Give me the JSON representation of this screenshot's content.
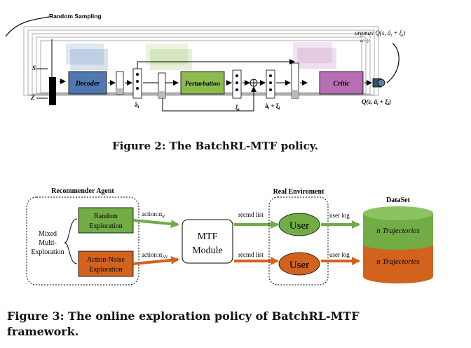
{
  "figure2": {
    "random_sampling": "Random Sampling",
    "s_label": "S",
    "z_label": "Z",
    "decoder": "Decoder",
    "perturbation": "Perturbation",
    "critic": "Critic",
    "a_hat": "â",
    "sub_i": "i",
    "xi": "ξ",
    "a_plus_xi": "â",
    "plus_xi": " + ξ",
    "argmax_top": "argmax Q(s, â",
    "argmax_top_end": " + ξ",
    "argmax_top_close": ")",
    "argmax_sub": "âi+ξi",
    "q_label": "Q(s, â",
    "q_label_end": " + ξ",
    "q_label_close": ")",
    "caption": "Figure 2: The BatchRL-MTF policy."
  },
  "figure3": {
    "recommender_agent": "Recommender Agent",
    "real_environment": "Real Enviroment",
    "dataset": "DataSet",
    "mixed_1": "Mixed",
    "mixed_2": "Multi-",
    "mixed_3": "Exploration",
    "random_1": "Random",
    "random_2": "Exploration",
    "noise_1": "Action-Noise",
    "noise_2": "Exploration",
    "action_r": "action:α",
    "action_r_sub": "R",
    "action_an": "action:α",
    "action_an_sub": "AN",
    "mtf_1": "MTF",
    "mtf_2": "Module",
    "recmd_top": "recmd list",
    "recmd_bottom": "recmd list",
    "user_top": "User",
    "user_bottom": "User",
    "userlog_top": "user log",
    "userlog_bottom": "user log",
    "traj_top": "n Trajectories",
    "traj_bottom": "n Trajectories",
    "caption_line1": "Figure 3: The online exploration policy of BatchRL-MTF",
    "caption_line2": "framework."
  },
  "colors": {
    "decoder": "#4f79b0",
    "perturbation": "#8cbb4e",
    "critic": "#b66fb3",
    "green": "#71ac45",
    "orange": "#d2621c",
    "q_node": "#2f5474"
  }
}
